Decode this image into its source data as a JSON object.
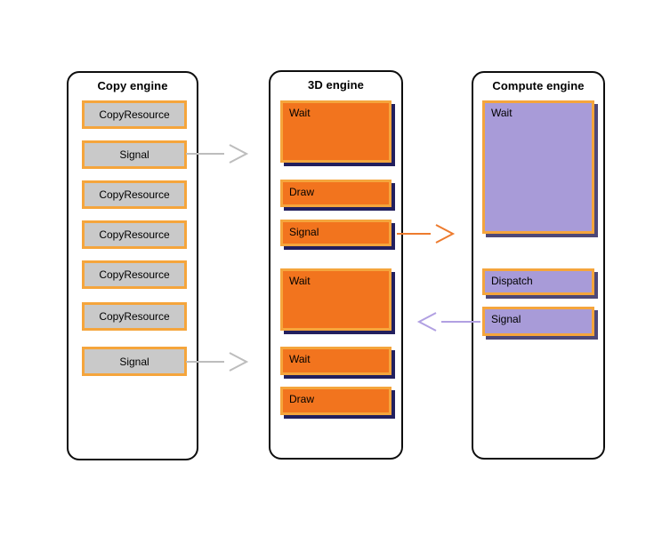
{
  "diagram": {
    "engines": [
      {
        "title": "Copy engine",
        "boxes": [
          {
            "label": "CopyResource"
          },
          {
            "label": "Signal"
          },
          {
            "label": "CopyResource"
          },
          {
            "label": "CopyResource"
          },
          {
            "label": "CopyResource"
          },
          {
            "label": "CopyResource"
          },
          {
            "label": "Signal"
          }
        ]
      },
      {
        "title": "3D engine",
        "boxes": [
          {
            "label": "Wait"
          },
          {
            "label": "Draw"
          },
          {
            "label": "Signal"
          },
          {
            "label": "Wait"
          },
          {
            "label": "Wait"
          },
          {
            "label": "Draw"
          }
        ]
      },
      {
        "title": "Compute engine",
        "boxes": [
          {
            "label": "Wait"
          },
          {
            "label": "Dispatch"
          },
          {
            "label": "Signal"
          }
        ]
      }
    ],
    "arrows": [
      {
        "name": "copy-signal-to-3d-arrow",
        "direction": "right",
        "color": "#bdbdbd"
      },
      {
        "name": "3d-signal-to-compute-arrow",
        "direction": "right",
        "color": "#ed7b2e"
      },
      {
        "name": "compute-signal-to-3d-arrow",
        "direction": "left",
        "color": "#b1a0e2"
      },
      {
        "name": "copy-signal2-to-3d-arrow",
        "direction": "right",
        "color": "#bdbdbd"
      }
    ],
    "colors": {
      "container_border": "#0d0d0d",
      "box_border": "#f5a53c",
      "copy_box_fill": "#c9c9c9",
      "gpu_box_fill": "#f2741e",
      "gpu_box_shadow": "#221f5e",
      "compute_box_fill": "#a89bd8",
      "compute_box_shadow": "#4e4877",
      "arrow_gray": "#bdbdbd",
      "arrow_orange": "#ed7b2e",
      "arrow_purple": "#b1a0e2"
    }
  }
}
